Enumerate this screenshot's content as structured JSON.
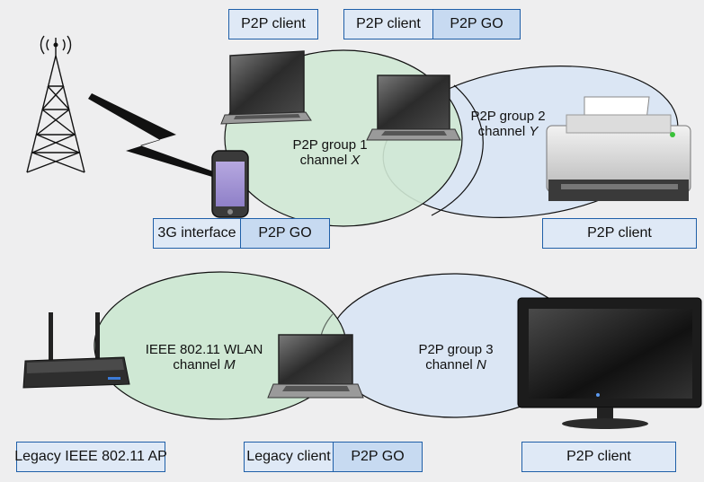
{
  "labels": {
    "top_left_client": "P2P client",
    "top_mid_client": "P2P client",
    "top_mid_go": "P2P GO",
    "phone_3g": "3G interface",
    "phone_go": "P2P GO",
    "printer_client": "P2P client",
    "ap": "Legacy IEEE 802.11 AP",
    "legacy_client": "Legacy client",
    "bottom_go": "P2P GO",
    "tv_client": "P2P client"
  },
  "groups": {
    "g1": {
      "line1": "P2P group 1",
      "prefix": "channel ",
      "channel": "X"
    },
    "g2": {
      "line1": "P2P group 2",
      "prefix": "channel ",
      "channel": "Y"
    },
    "wlan": {
      "line1": "IEEE 802.11 WLAN",
      "prefix": "channel ",
      "channel": "M"
    },
    "g3": {
      "line1": "P2P group 3",
      "prefix": "channel ",
      "channel": "N"
    }
  },
  "colors": {
    "green_group": "#cfe8d4",
    "blue_group": "#dbe6f4",
    "label_fill": "#dfe9f6",
    "label_border": "#1f5fa8"
  }
}
